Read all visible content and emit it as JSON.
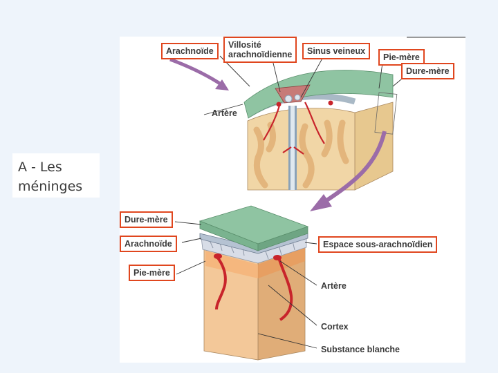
{
  "slide": {
    "title_line1": "A - Les",
    "title_line2": "méninges"
  },
  "labels": {
    "top": {
      "arachnoide": "Arachnoïde",
      "villosite_line1": "Villosité",
      "villosite_line2": "arachnoïdienne",
      "sinus": "Sinus veineux",
      "pie_mere": "Pie-mère",
      "dure_mere": "Dure-mère",
      "artere": "Artère"
    },
    "bottom": {
      "dure_mere": "Dure-mère",
      "arachnoide": "Arachnoïde",
      "pie_mere": "Pie-mère",
      "espace": "Espace sous-arachnoïdien",
      "artere": "Artère",
      "cortex": "Cortex",
      "substance": "Substance blanche"
    }
  },
  "colors": {
    "highlight_box": "#e0461e",
    "dura": "#8fc4a2",
    "bone_beige": "#f1d6a6",
    "cortex_orange": "#f5b479",
    "artery_red": "#c8242b",
    "arrow_purple": "#9b6ca8"
  }
}
